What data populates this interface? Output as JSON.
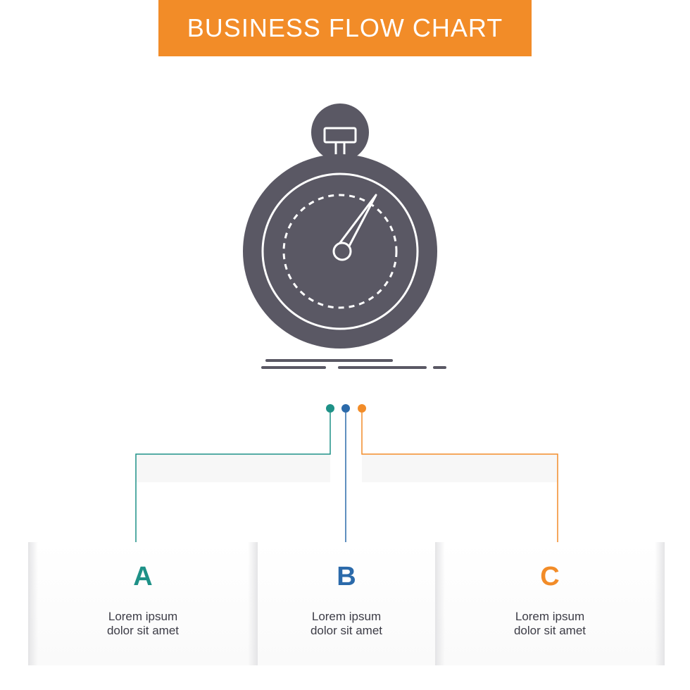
{
  "title": "BUSINESS FLOW CHART",
  "colors": {
    "banner": "#f28c28",
    "icon": "#5a5864",
    "a": "#1e9187",
    "b": "#2b6aaa",
    "c": "#f28c28"
  },
  "icon": "stopwatch-icon",
  "steps": [
    {
      "letter": "A",
      "line1": "Lorem ipsum",
      "line2": "dolor sit amet"
    },
    {
      "letter": "B",
      "line1": "Lorem ipsum",
      "line2": "dolor sit amet"
    },
    {
      "letter": "C",
      "line1": "Lorem ipsum",
      "line2": "dolor sit amet"
    }
  ]
}
